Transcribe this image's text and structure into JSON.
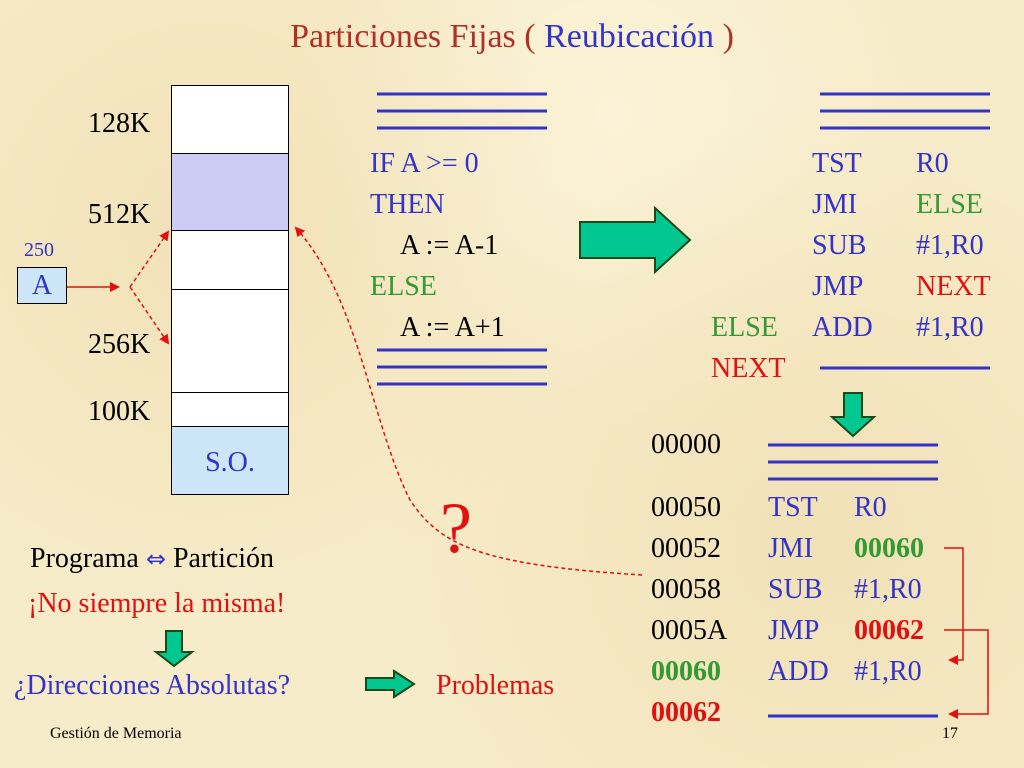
{
  "title": {
    "main": "Particiones Fijas (",
    "highlight": "Reubicación",
    "close": ")"
  },
  "memory": {
    "labels": [
      "128K",
      "512K",
      "256K",
      "100K"
    ],
    "os_label": "S.O.",
    "address_value": "250",
    "register_label": "A"
  },
  "source_code": {
    "lines": [
      "IF A >= 0",
      "THEN",
      "A := A-1",
      "ELSE",
      "A := A+1"
    ]
  },
  "assembly": {
    "rows": [
      {
        "label": "",
        "op": "TST",
        "arg": "R0"
      },
      {
        "label": "",
        "op": "JMI",
        "arg": "ELSE"
      },
      {
        "label": "",
        "op": "SUB",
        "arg": "#1,R0"
      },
      {
        "label": "",
        "op": "JMP",
        "arg": "NEXT"
      },
      {
        "label": "ELSE",
        "op": "ADD",
        "arg": "#1,R0"
      },
      {
        "label": "NEXT",
        "op": "",
        "arg": ""
      }
    ]
  },
  "relocated": {
    "start_addr": "00000",
    "rows": [
      {
        "addr": "00050",
        "op": "TST",
        "arg": "R0"
      },
      {
        "addr": "00052",
        "op": "JMI",
        "arg": "00060"
      },
      {
        "addr": "00058",
        "op": "SUB",
        "arg": "#1,R0"
      },
      {
        "addr": "0005A",
        "op": "JMP",
        "arg": "00062"
      },
      {
        "addr": "00060",
        "op": "ADD",
        "arg": "#1,R0"
      },
      {
        "addr": "00062",
        "op": "",
        "arg": ""
      }
    ]
  },
  "question_mark": "?",
  "notes": {
    "programa": "Programa",
    "particion": "Partición",
    "not_always": "¡No siempre la misma!",
    "absolute": "¿Direcciones Absolutas?",
    "problems": "Problemas"
  },
  "footer": {
    "left": "Gestión de Memoria",
    "page": "17"
  },
  "colors": {
    "blue": "#3333cc",
    "green": "#339933",
    "red": "#e21010",
    "title": "#b03028",
    "os_fill": "#cde6f7",
    "partition_fill": "#ccccf5",
    "arrow_fill": "#00c890"
  }
}
